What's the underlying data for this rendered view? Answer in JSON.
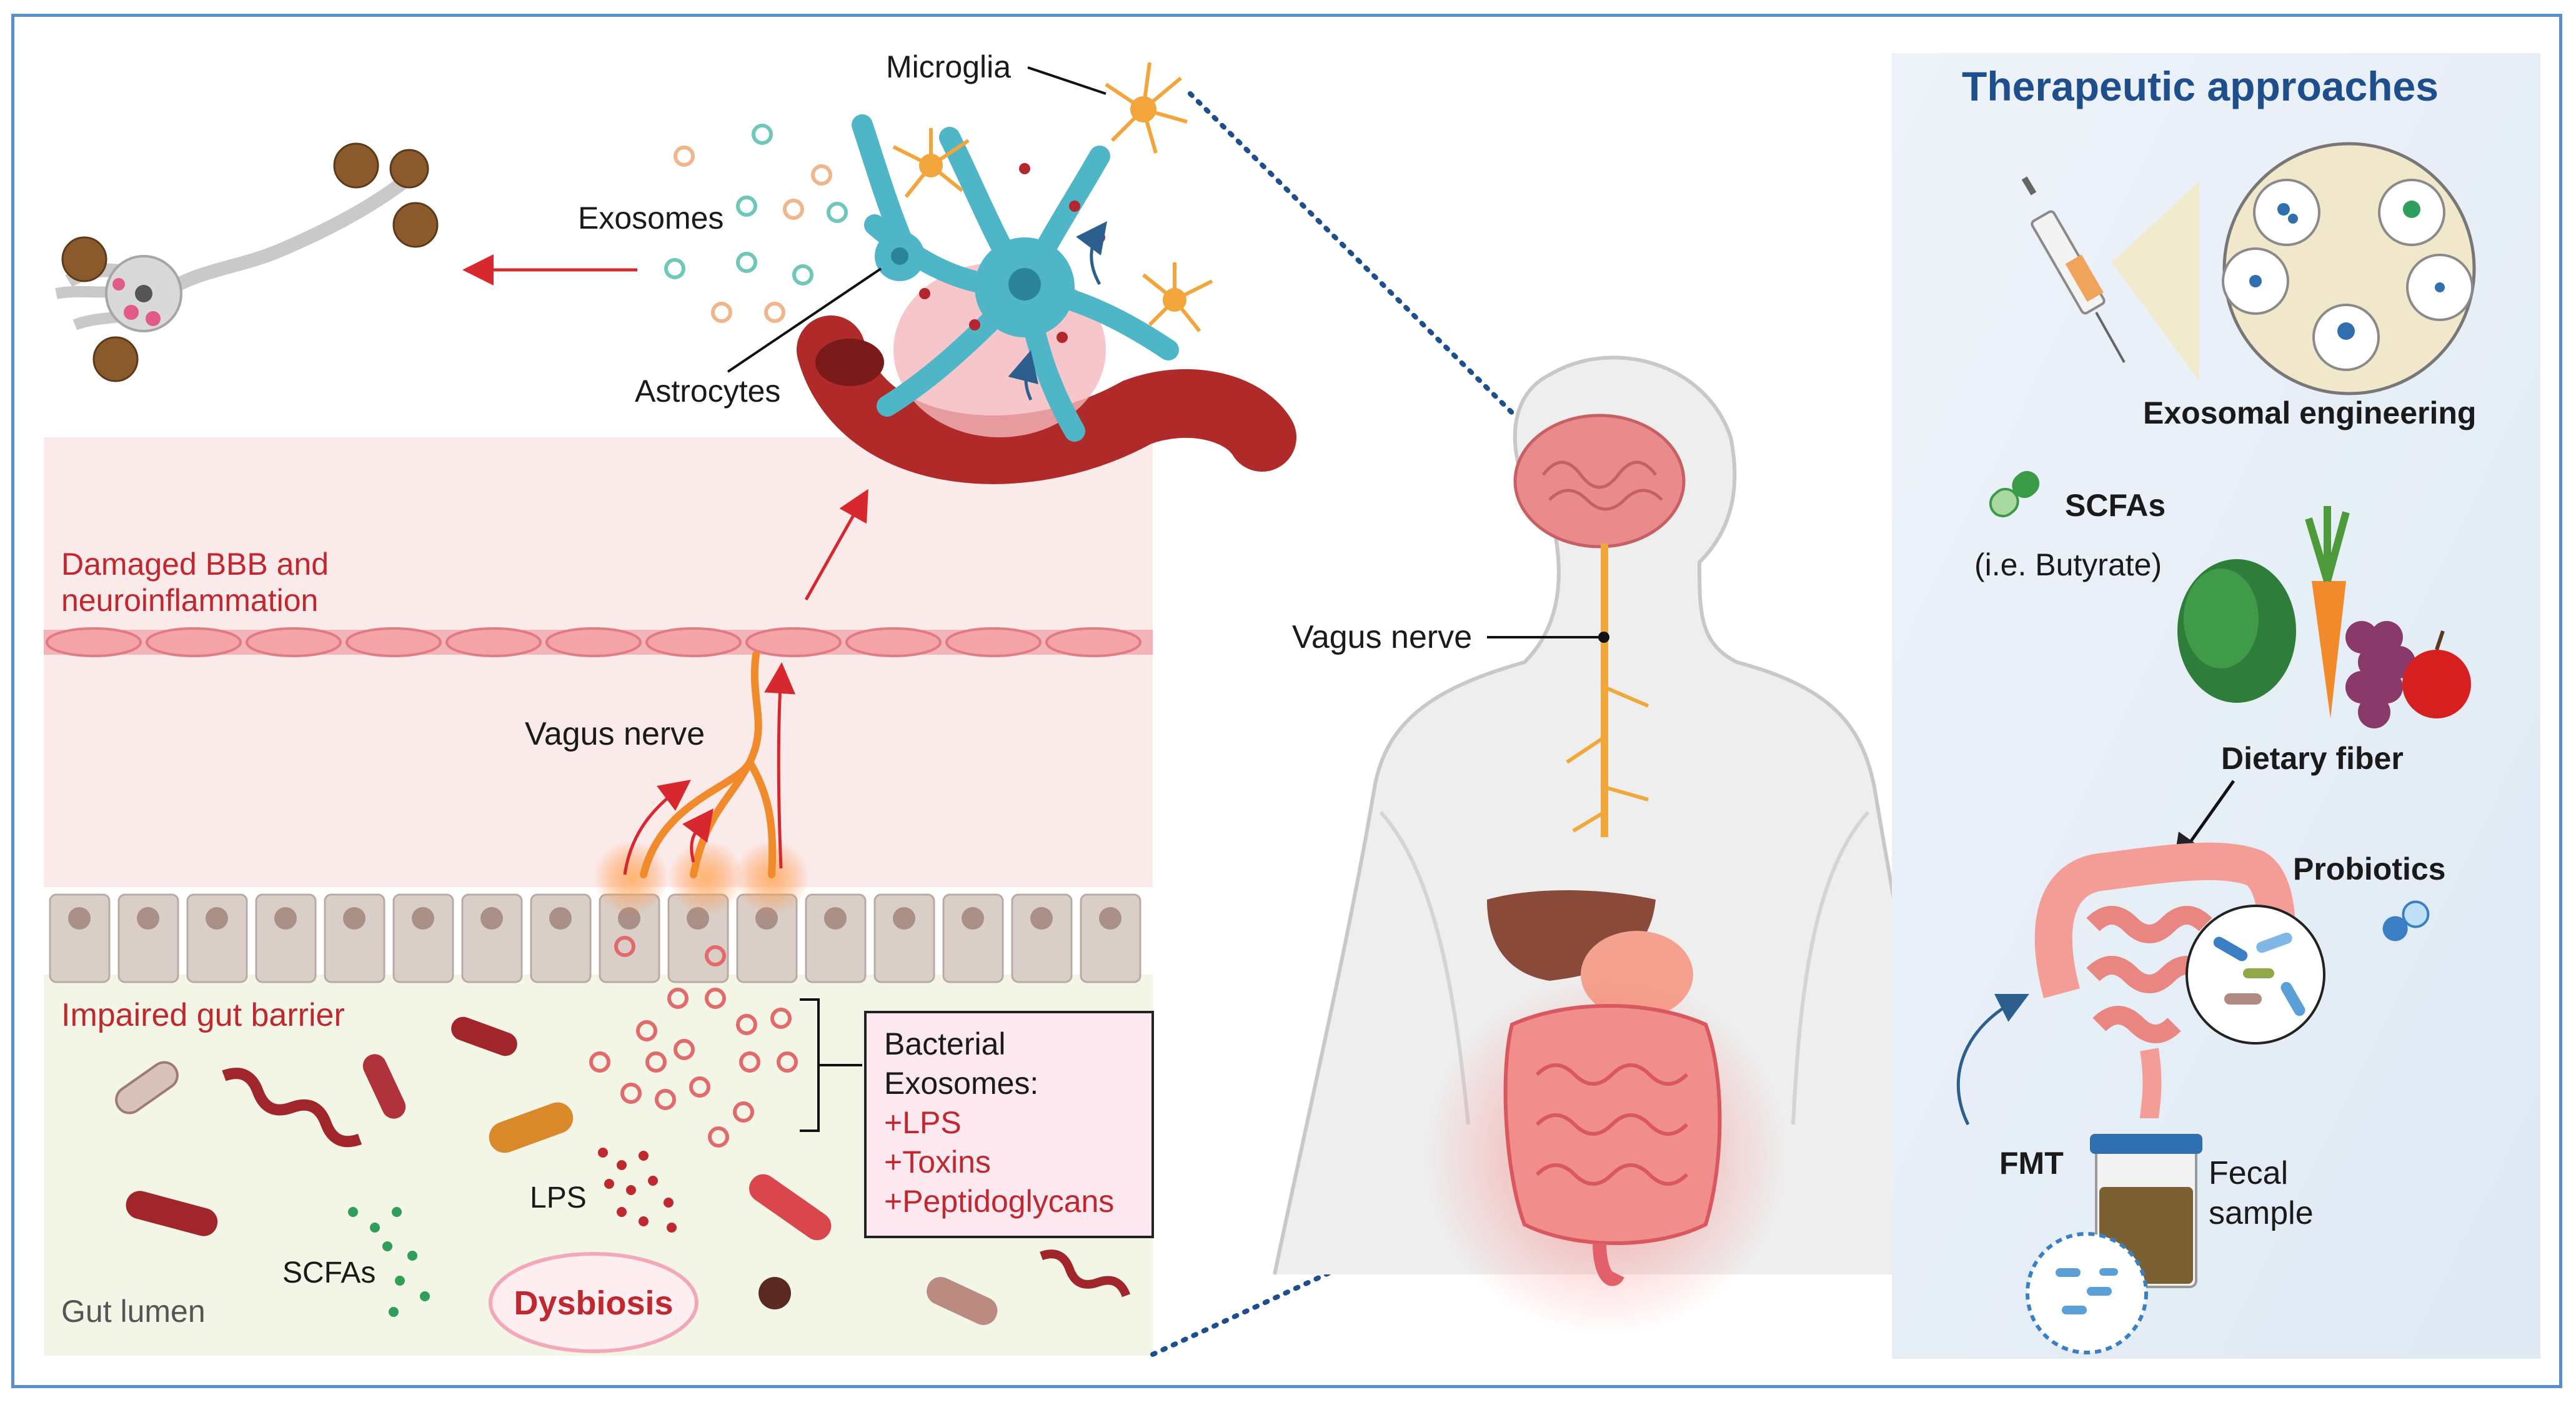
{
  "figure": {
    "left_panel": {
      "microglia": "Microglia",
      "exosomes": "Exosomes",
      "astrocytes": "Astrocytes",
      "damaged_bbb": "Damaged BBB and",
      "neuroinflammation": "neuroinflammation",
      "vagus_nerve": "Vagus nerve",
      "impaired_gut_barrier": "Impaired gut barrier",
      "gut_lumen": "Gut lumen",
      "scfas": "SCFAs",
      "lps": "LPS",
      "dysbiosis": "Dysbiosis",
      "bacterial_exosomes_box": {
        "line1": "Bacterial",
        "line2": "Exosomes:",
        "items": [
          "+LPS",
          "+Toxins",
          "+Peptidoglycans"
        ]
      }
    },
    "center_panel": {
      "vagus_nerve": "Vagus nerve"
    },
    "right_panel": {
      "title": "Therapeutic approaches",
      "exosomal_engineering": "Exosomal engineering",
      "scfas": "SCFAs",
      "scfas_example": "(i.e. Butyrate)",
      "dietary_fiber": "Dietary fiber",
      "probiotics": "Probiotics",
      "fmt": "FMT",
      "fecal_sample_line1": "Fecal",
      "fecal_sample_line2": "sample"
    },
    "colors": {
      "frame_border": "#5b8fc9",
      "title_blue": "#1f4e8c",
      "label_red": "#c0282f",
      "bbb_zone": "#fbeaea",
      "gut_lumen_zone": "#f3f6e6",
      "right_panel_bg": "#e8f0f8",
      "nerve_orange": "#f08a2a",
      "astrocyte_cyan": "#4fb6c8",
      "microglia_orange": "#f2a53a"
    }
  }
}
